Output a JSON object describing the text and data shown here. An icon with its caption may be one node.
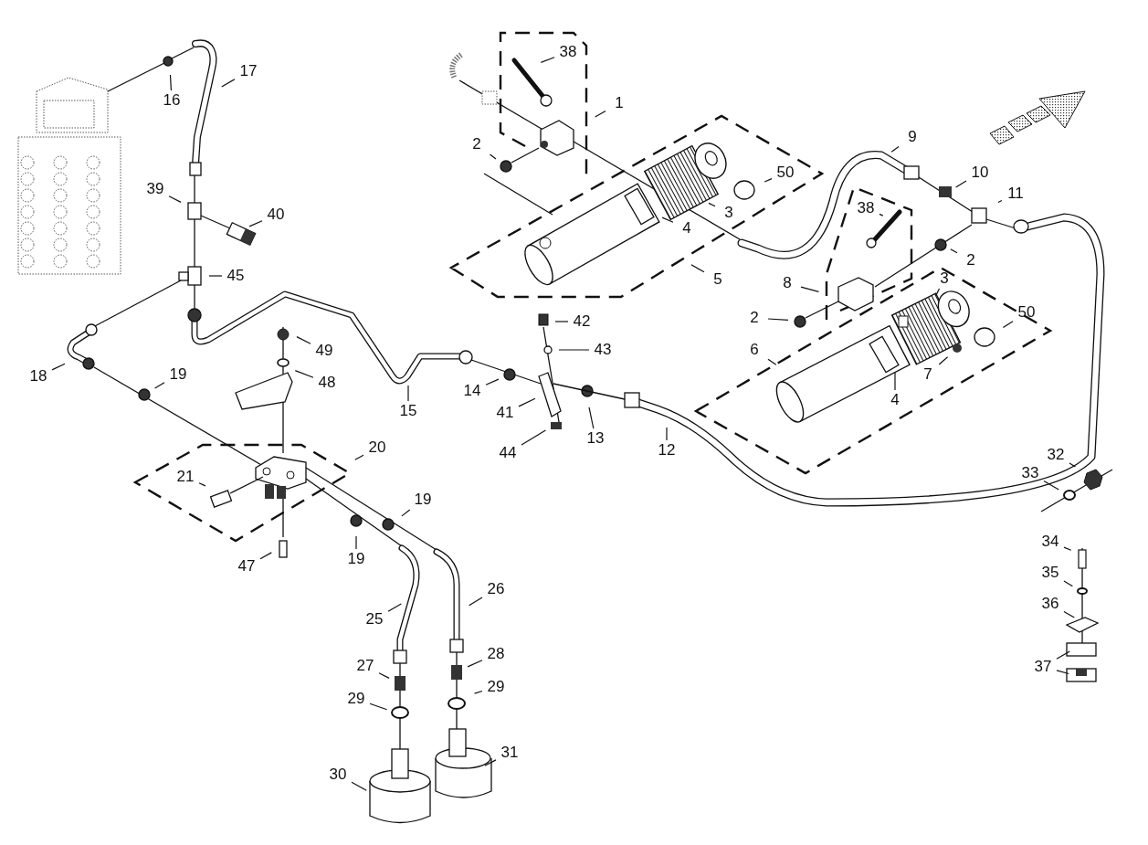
{
  "diagram": {
    "nodes": [
      {
        "text": [
          "38"
        ]
      },
      {
        "text": [
          "1"
        ]
      },
      {
        "text": [
          "16"
        ]
      },
      {
        "text": [
          "17"
        ]
      },
      {
        "text": [
          "2"
        ]
      },
      {
        "text": [
          "3"
        ]
      },
      {
        "text": [
          "4"
        ]
      },
      {
        "text": [
          "5"
        ]
      },
      {
        "text": [
          "9"
        ]
      },
      {
        "text": [
          "50"
        ]
      },
      {
        "text": [
          "10"
        ]
      },
      {
        "text": [
          "11"
        ]
      },
      {
        "text": [
          "38"
        ]
      },
      {
        "text": [
          "39"
        ]
      },
      {
        "text": [
          "40"
        ]
      },
      {
        "text": [
          "2"
        ]
      },
      {
        "text": [
          "3"
        ]
      },
      {
        "text": [
          "45"
        ]
      },
      {
        "text": [
          "8"
        ]
      },
      {
        "text": [
          "2"
        ]
      },
      {
        "text": [
          "50"
        ]
      },
      {
        "text": [
          "42"
        ]
      },
      {
        "text": [
          "43"
        ]
      },
      {
        "text": [
          "18"
        ]
      },
      {
        "text": [
          "19"
        ]
      },
      {
        "text": [
          "49"
        ]
      },
      {
        "text": [
          "48"
        ]
      },
      {
        "text": [
          "6"
        ]
      },
      {
        "text": [
          "7"
        ]
      },
      {
        "text": [
          "14"
        ]
      },
      {
        "text": [
          "15"
        ]
      },
      {
        "text": [
          "41"
        ]
      },
      {
        "text": [
          "13"
        ]
      },
      {
        "text": [
          "4"
        ]
      },
      {
        "text": [
          "44"
        ]
      },
      {
        "text": [
          "12"
        ]
      },
      {
        "text": [
          "20"
        ]
      },
      {
        "text": [
          "21"
        ]
      },
      {
        "text": [
          "32"
        ]
      },
      {
        "text": [
          "33"
        ]
      },
      {
        "text": [
          "19"
        ]
      },
      {
        "text": [
          "19"
        ]
      },
      {
        "text": [
          "47"
        ]
      },
      {
        "text": [
          "34"
        ]
      },
      {
        "text": [
          "35"
        ]
      },
      {
        "text": [
          "26"
        ]
      },
      {
        "text": [
          "36"
        ]
      },
      {
        "text": [
          "25"
        ]
      },
      {
        "text": [
          "28"
        ]
      },
      {
        "text": [
          "27"
        ]
      },
      {
        "text": [
          "29"
        ]
      },
      {
        "text": [
          "29"
        ]
      },
      {
        "text": [
          "37"
        ]
      },
      {
        "text": [
          "31"
        ]
      },
      {
        "text": [
          "30"
        ]
      }
    ],
    "edges": [
      {
        "from": 0,
        "to": null,
        "arrow": "none"
      },
      {
        "from": 1,
        "to": null,
        "arrow": "none"
      },
      {
        "from": 2,
        "to": null,
        "arrow": "none"
      },
      {
        "from": 3,
        "to": null,
        "arrow": "none"
      },
      {
        "from": 4,
        "to": null,
        "arrow": "none"
      },
      {
        "from": 5,
        "to": null,
        "arrow": "none"
      },
      {
        "from": 6,
        "to": null,
        "arrow": "none"
      },
      {
        "from": 7,
        "to": null,
        "arrow": "none"
      },
      {
        "from": 8,
        "to": null,
        "arrow": "none"
      },
      {
        "from": 9,
        "to": null,
        "arrow": "none"
      },
      {
        "from": 10,
        "to": null,
        "arrow": "none"
      },
      {
        "from": 11,
        "to": null,
        "arrow": "none"
      },
      {
        "from": 12,
        "to": null,
        "arrow": "none"
      },
      {
        "from": 13,
        "to": null,
        "arrow": "none"
      },
      {
        "from": 14,
        "to": null,
        "arrow": "none"
      },
      {
        "from": 15,
        "to": null,
        "arrow": "none"
      },
      {
        "from": 16,
        "to": null,
        "arrow": "none"
      },
      {
        "from": 17,
        "to": null,
        "arrow": "none"
      },
      {
        "from": 18,
        "to": null,
        "arrow": "none"
      },
      {
        "from": 19,
        "to": null,
        "arrow": "none"
      },
      {
        "from": 20,
        "to": null,
        "arrow": "none"
      },
      {
        "from": 21,
        "to": null,
        "arrow": "none"
      },
      {
        "from": 22,
        "to": null,
        "arrow": "none"
      },
      {
        "from": 23,
        "to": null,
        "arrow": "none"
      },
      {
        "from": 24,
        "to": null,
        "arrow": "none"
      },
      {
        "from": 25,
        "to": null,
        "arrow": "none"
      },
      {
        "from": 26,
        "to": null,
        "arrow": "none"
      },
      {
        "from": 27,
        "to": null,
        "arrow": "none"
      },
      {
        "from": 28,
        "to": null,
        "arrow": "none"
      },
      {
        "from": 29,
        "to": null,
        "arrow": "none"
      },
      {
        "from": 30,
        "to": null,
        "arrow": "none"
      },
      {
        "from": 31,
        "to": null,
        "arrow": "none"
      },
      {
        "from": 32,
        "to": null,
        "arrow": "none"
      },
      {
        "from": 33,
        "to": null,
        "arrow": "none"
      },
      {
        "from": 34,
        "to": null,
        "arrow": "none"
      },
      {
        "from": 35,
        "to": null,
        "arrow": "none"
      },
      {
        "from": 36,
        "to": null,
        "arrow": "none"
      },
      {
        "from": 37,
        "to": null,
        "arrow": "none"
      },
      {
        "from": 38,
        "to": null,
        "arrow": "none"
      },
      {
        "from": 39,
        "to": null,
        "arrow": "none"
      },
      {
        "from": 40,
        "to": null,
        "arrow": "none"
      },
      {
        "from": 41,
        "to": null,
        "arrow": "none"
      },
      {
        "from": 42,
        "to": null,
        "arrow": "none"
      },
      {
        "from": 43,
        "to": null,
        "arrow": "none"
      },
      {
        "from": 44,
        "to": null,
        "arrow": "none"
      },
      {
        "from": 45,
        "to": null,
        "arrow": "none"
      },
      {
        "from": 46,
        "to": null,
        "arrow": "none"
      },
      {
        "from": 47,
        "to": null,
        "arrow": "none"
      },
      {
        "from": 48,
        "to": null,
        "arrow": "none"
      },
      {
        "from": 49,
        "to": null,
        "arrow": "none"
      },
      {
        "from": 50,
        "to": null,
        "arrow": "none"
      },
      {
        "from": 51,
        "to": null,
        "arrow": "none"
      },
      {
        "from": 52,
        "to": null,
        "arrow": "none"
      },
      {
        "from": 52,
        "to": null,
        "arrow": "none"
      },
      {
        "from": 53,
        "to": null,
        "arrow": "none"
      },
      {
        "from": 54,
        "to": null,
        "arrow": "none"
      }
    ]
  }
}
